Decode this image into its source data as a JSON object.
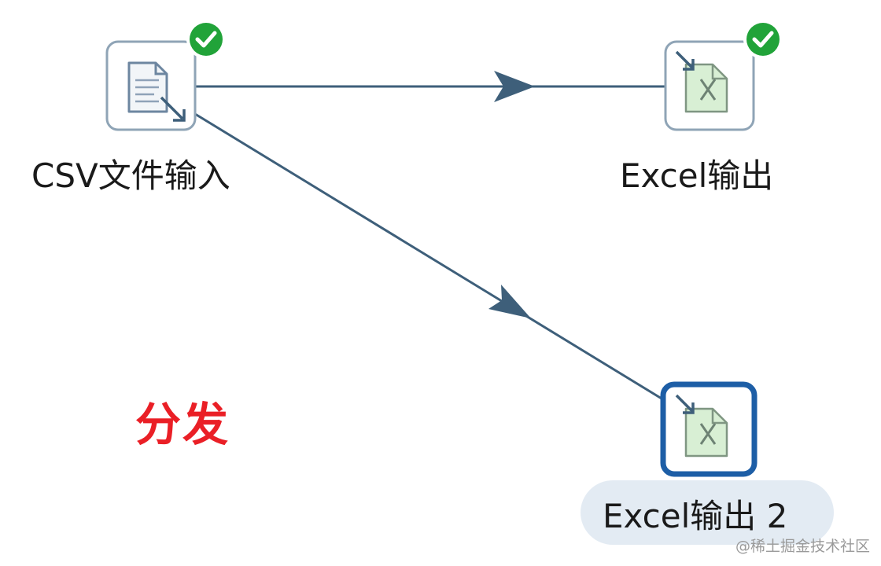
{
  "diagram": {
    "nodes": [
      {
        "id": "csv",
        "label": "CSV文件输入",
        "icon": "csv-file-input-icon",
        "status": "success",
        "selected": false
      },
      {
        "id": "excel1",
        "label": "Excel输出",
        "icon": "excel-output-icon",
        "status": "success",
        "selected": false
      },
      {
        "id": "excel2",
        "label": "Excel输出 2",
        "icon": "excel-output-icon",
        "status": "none",
        "selected": true
      }
    ],
    "edges": [
      {
        "from": "csv",
        "to": "excel1"
      },
      {
        "from": "csv",
        "to": "excel2"
      }
    ],
    "annotation": "分发"
  },
  "watermark": "@稀土掘金技术社区",
  "colors": {
    "edge": "#3e5f7a",
    "node_border": "#8fa4b6",
    "selected_border": "#1d5ea6",
    "status_ok": "#21a339",
    "annotation": "#ea1f26",
    "excel_fill": "#d8efd4"
  }
}
